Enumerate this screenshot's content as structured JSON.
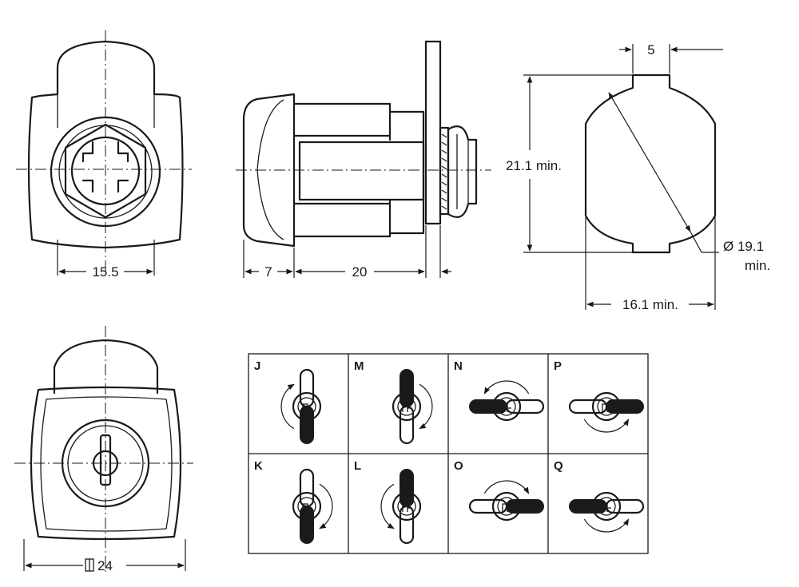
{
  "dimensions": {
    "front_width": "15.5",
    "flange_depth": "7",
    "body_length": "20",
    "cutout_width": "5",
    "cutout_height": "21.1 min.",
    "cutout_diameter_line1": "Ø 19.1",
    "cutout_diameter_line2": "min.",
    "cutout_flat_width": "16.1 min.",
    "face_size": "24"
  },
  "cam_positions": [
    {
      "label": "J"
    },
    {
      "label": "M"
    },
    {
      "label": "N"
    },
    {
      "label": "P"
    },
    {
      "label": "K"
    },
    {
      "label": "L"
    },
    {
      "label": "O"
    },
    {
      "label": "Q"
    }
  ],
  "colors": {
    "ink": "#1a1a1a",
    "background": "#ffffff"
  }
}
